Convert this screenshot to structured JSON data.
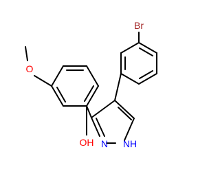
{
  "atoms": [
    {
      "id": "br",
      "text": "Br",
      "color": "#a52a2a"
    },
    {
      "id": "o_methoxy",
      "text": "O",
      "color": "#ff0000"
    },
    {
      "id": "oh",
      "text": "OH",
      "color": "#ff0000"
    },
    {
      "id": "n_pyrazole",
      "text": "N",
      "color": "#0000ff"
    },
    {
      "id": "nh_pyrazole",
      "text": "NH",
      "color": "#0000ff"
    }
  ],
  "colors": {
    "bond": "#000000",
    "background": "#ffffff"
  }
}
